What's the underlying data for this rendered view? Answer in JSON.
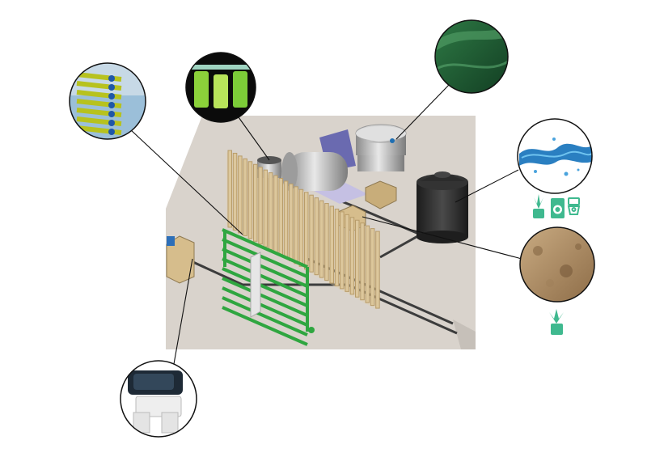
{
  "colors": {
    "background": "#ffffff",
    "ground": "#d9d3cc",
    "pipe": "#3c3c3c",
    "wood": "#d9c49b",
    "algae_green": "#2fa640",
    "icon_teal": "#3fb98f",
    "tank_black": "#2a2a2a"
  },
  "callouts": [
    {
      "name": "tubular-photobioreactor-detail",
      "icon": "algae-tubes-photo"
    },
    {
      "name": "algae-culture-flasks-detail",
      "icon": "green-culture-photo"
    },
    {
      "name": "algae-biomass-detail",
      "icon": "dark-green-biomass-photo"
    },
    {
      "name": "clean-water-detail",
      "icon": "water-splash-photo"
    },
    {
      "name": "soil-biofertilizer-detail",
      "icon": "soil-photo"
    },
    {
      "name": "control-valve-detail",
      "icon": "valve-photo"
    }
  ],
  "water_uses": [
    "plant-icon",
    "washing-machine-icon",
    "toilet-icon"
  ],
  "soil_uses": [
    "plant-icon"
  ]
}
